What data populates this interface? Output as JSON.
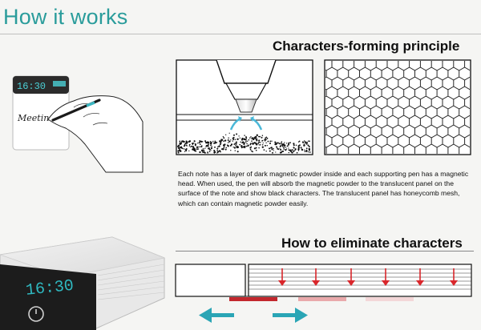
{
  "header": {
    "title": "How it works"
  },
  "principle": {
    "heading": "Characters-forming principle",
    "description": "Each note has a layer of dark magnetic powder inside and each supporting pen has a magnetic head. When used, the pen will absorb the magnetic powder to the translucent panel on the surface of the note and show black characters. The translucent panel has honeycomb mesh, which can contain magnetic powder easily."
  },
  "note_device": {
    "clock_display": "16:30",
    "handwriting": "Meetin"
  },
  "eliminator_device": {
    "clock_display": "16:30"
  },
  "eliminate": {
    "heading": "How to eliminate characters"
  },
  "colors": {
    "accent": "#2a9c9b",
    "erase_red": "#d9262b",
    "arrow_teal": "#2aa5b5"
  }
}
